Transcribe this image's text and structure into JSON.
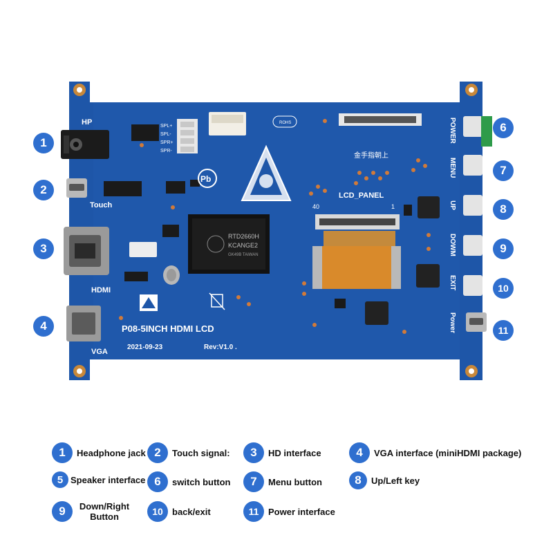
{
  "board": {
    "model": "P08-5INCH HDMI LCD",
    "date": "2021-09-23",
    "revision": "Rev:V1.0 .",
    "chip_line1": "RTD2660H",
    "chip_line2": "KCANGE2",
    "chip_line3": "GK49B TAIWAN",
    "port_labels": {
      "hp": "HP",
      "touch": "Touch",
      "hdmi": "HDMI",
      "vga": "VGA",
      "lcd_panel": "LCD_PANEL",
      "power": "POWER",
      "menu": "MENU",
      "up": "UP",
      "down": "DOWM",
      "exit": "EXIT",
      "power_port": "Power"
    },
    "speaker_pins": [
      "SPL+",
      "SPL-",
      "SPR+",
      "SPR-"
    ],
    "chinese_marking": "金手指朝上",
    "rohs": "ROHS",
    "connector_pin_left": "40",
    "connector_pin_right": "1"
  },
  "callouts": [
    {
      "number": "1",
      "label": "Headphone jack"
    },
    {
      "number": "2",
      "label": "Touch signal:"
    },
    {
      "number": "3",
      "label": "HD interface"
    },
    {
      "number": "4",
      "label": "VGA interface (miniHDMI package)"
    },
    {
      "number": "5",
      "label": "Speaker interface"
    },
    {
      "number": "6",
      "label": "switch button"
    },
    {
      "number": "7",
      "label": "Menu button"
    },
    {
      "number": "8",
      "label": "Up/Left key"
    },
    {
      "number": "9",
      "label": "Down/Right Button"
    },
    {
      "number": "10",
      "label": "back/exit"
    },
    {
      "number": "11",
      "label": "Power interface"
    }
  ],
  "colors": {
    "pcb": "#1e56a8",
    "badge": "#2f6fcf",
    "flex_cable": "#d98a2b"
  }
}
